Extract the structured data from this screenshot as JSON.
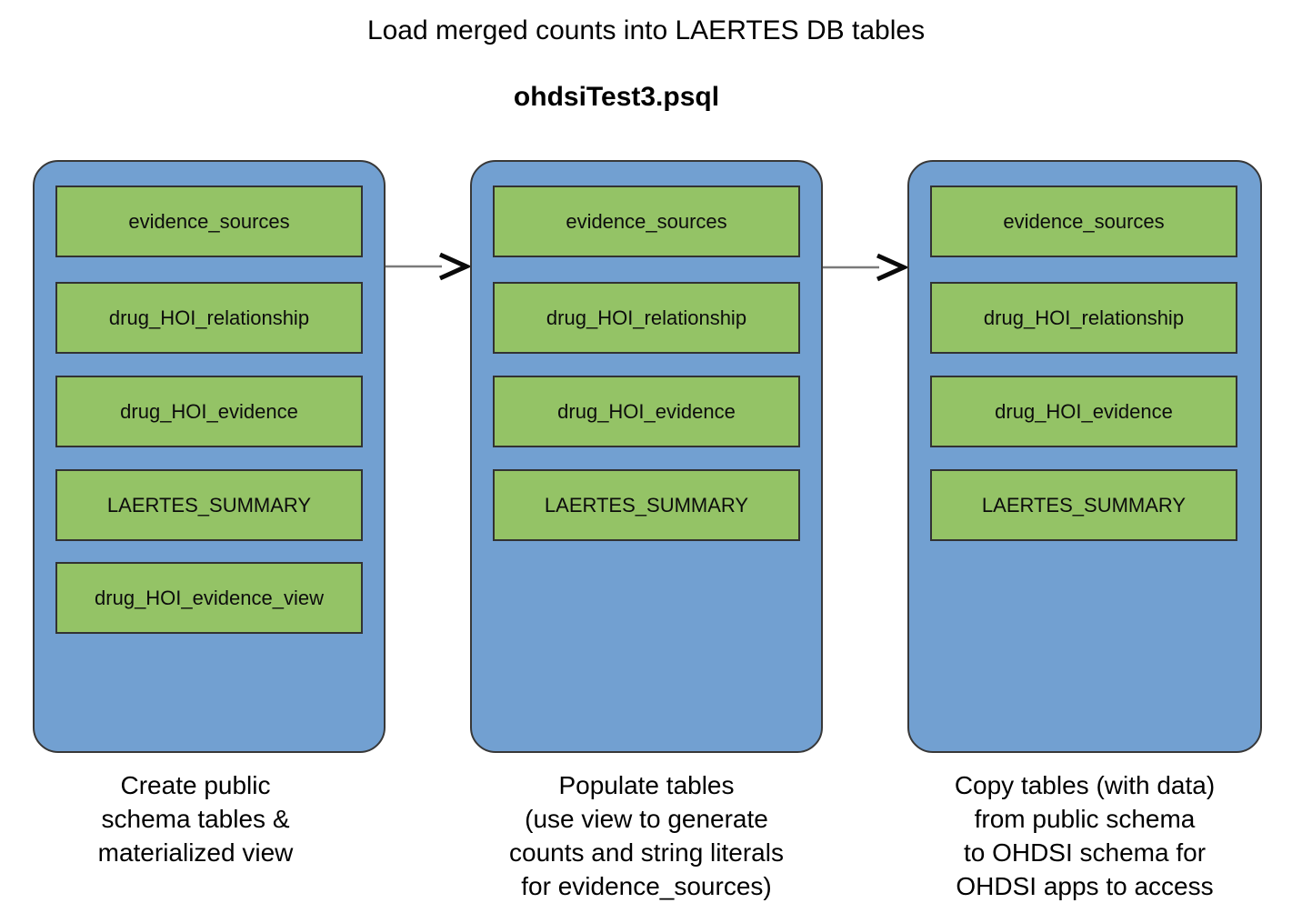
{
  "page": {
    "title": "Load merged counts into LAERTES DB tables",
    "subtitle": "ohdsiTest3.psql"
  },
  "colors": {
    "container_blue": "#72A0D1",
    "table_box_green": "#94C366",
    "container_border": "#383838",
    "arrow_line_gray": "#7a7a7a",
    "arrow_head_black": "#0a0a0a"
  },
  "columns": [
    {
      "caption": "Create public\nschema tables &\nmaterialized view",
      "tables": [
        "evidence_sources",
        "drug_HOI_relationship",
        "drug_HOI_evidence",
        "LAERTES_SUMMARY",
        "drug_HOI_evidence_view"
      ]
    },
    {
      "caption": "Populate tables\n(use view to generate\ncounts and string literals\nfor evidence_sources)",
      "tables": [
        "evidence_sources",
        "drug_HOI_relationship",
        "drug_HOI_evidence",
        "LAERTES_SUMMARY"
      ]
    },
    {
      "caption": "Copy tables (with data)\nfrom public schema\nto OHDSI schema for\nOHDSI apps to access",
      "tables": [
        "evidence_sources",
        "drug_HOI_relationship",
        "drug_HOI_evidence",
        "LAERTES_SUMMARY"
      ]
    }
  ]
}
